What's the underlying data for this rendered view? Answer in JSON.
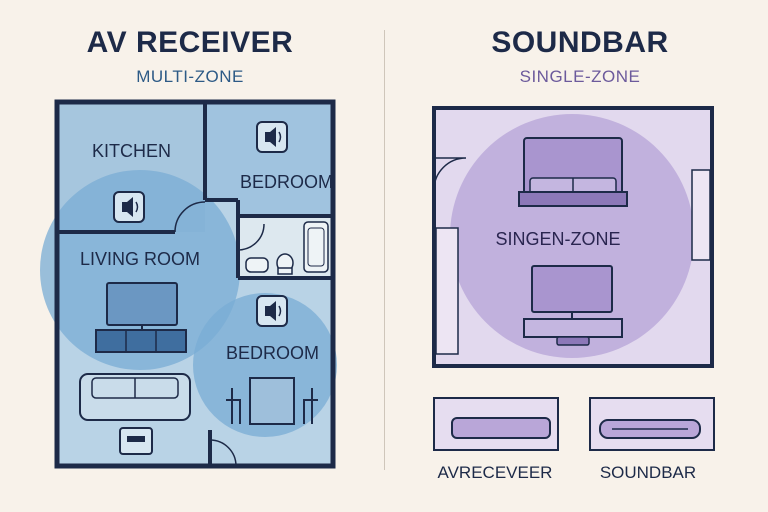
{
  "left_panel": {
    "title": "AV RECEIVER",
    "subtitle": "MULTI-ZONE",
    "rooms": {
      "kitchen": "KITCHEN",
      "bedroom_upper": "BEDROOM",
      "living_room": "LIVING ROOM",
      "bedroom_lower": "BEDROOM"
    }
  },
  "right_panel": {
    "title": "SOUNDBAR",
    "subtitle": "SINGLE-ZONE",
    "zone_label": "SINGEN-ZONE"
  },
  "devices": {
    "av_receiver_label": "AVRECEVEER",
    "soundbar_label": "SOUNDBAR"
  },
  "colors": {
    "background": "#f8f2ea",
    "wall": "#1d2a48",
    "multi_zone_floor": "#a9c8df",
    "multi_zone_coverage": "#77a9d2",
    "single_zone_floor": "#ddd3ea",
    "single_zone_coverage": "#b9a6d8"
  },
  "icons": [
    "speaker-icon",
    "tv-icon",
    "sofa-icon",
    "dining-table-icon",
    "bed-icon",
    "av-receiver-icon",
    "soundbar-icon"
  ]
}
